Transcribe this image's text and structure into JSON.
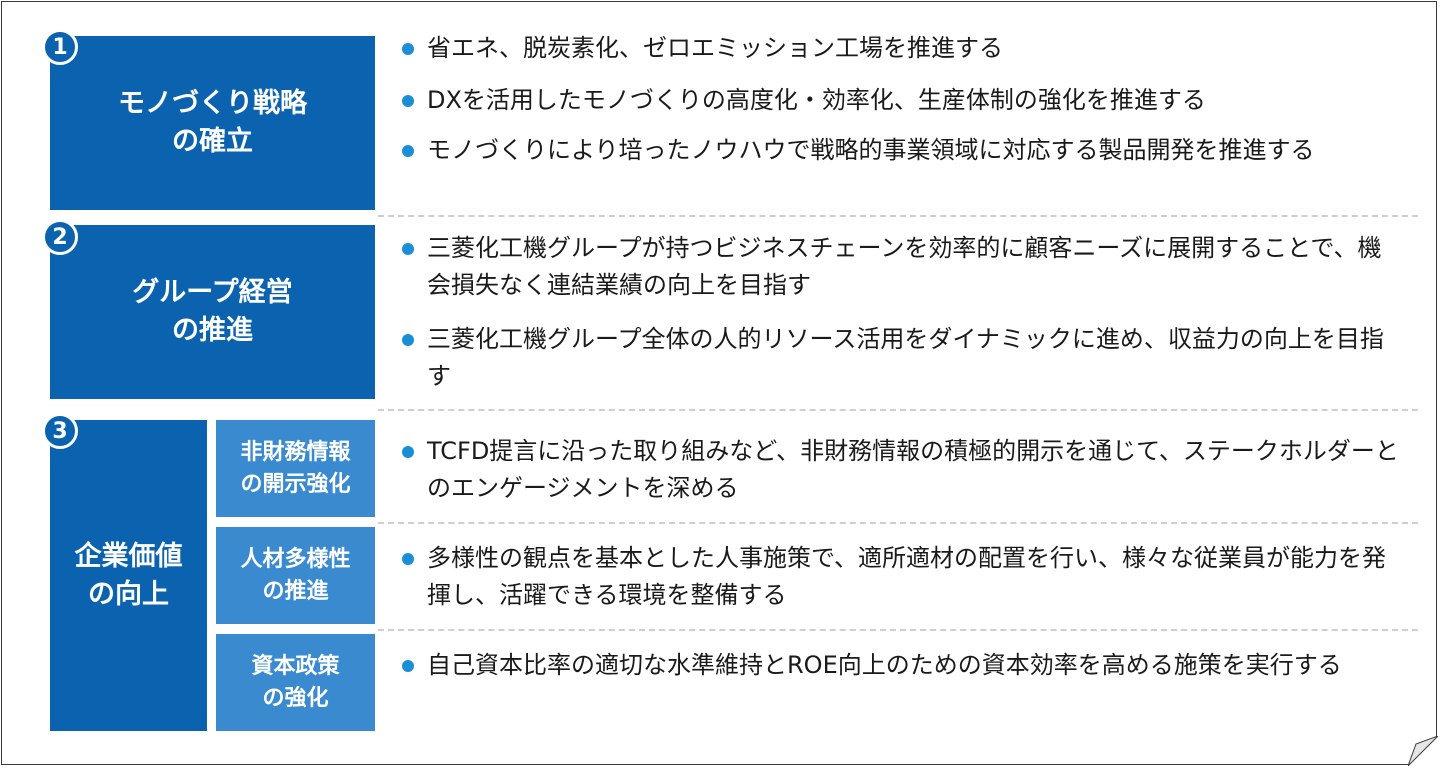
{
  "sections": [
    {
      "number": "1",
      "title_l1": "モノづくり戦略",
      "title_l2": "の確立",
      "bullets": [
        "省エネ、脱炭素化、ゼロエミッション工場を推進する",
        "DXを活用したモノづくりの高度化・効率化、生産体制の強化を推進する",
        "モノづくりにより培ったノウハウで戦略的事業領域に対応する製品開発を推進する"
      ]
    },
    {
      "number": "2",
      "title_l1": "グループ経営",
      "title_l2": "の推進",
      "bullets": [
        "三菱化工機グループが持つビジネスチェーンを効率的に顧客ニーズに展開することで、機会損失なく連結業績の向上を目指す",
        "三菱化工機グループ全体の人的リソース活用をダイナミックに進め、収益力の向上を目指す"
      ]
    },
    {
      "number": "3",
      "title_l1": "企業価値",
      "title_l2": "の向上",
      "subs": [
        {
          "title_l1": "非財務情報",
          "title_l2": "の開示強化",
          "bullet": "TCFD提言に沿った取り組みなど、非財務情報の積極的開示を通じて、ステークホルダーとのエンゲージメントを深める"
        },
        {
          "title_l1": "人材多様性",
          "title_l2": "の推進",
          "bullet": "多様性の観点を基本とした人事施策で、適所適材の配置を行い、様々な従業員が能力を発揮し、活躍できる環境を整備する"
        },
        {
          "title_l1": "資本政策",
          "title_l2": "の強化",
          "bullet": "自己資本比率の適切な水準維持とROE向上のための資本効率を高める施策を実行する"
        }
      ]
    }
  ],
  "colors": {
    "primary": "#0b63b0",
    "secondary": "#3a8ad0",
    "bullet": "#1a8fd6"
  }
}
